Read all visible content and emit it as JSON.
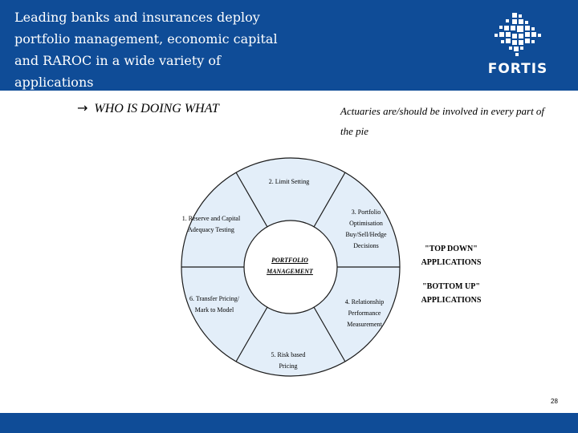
{
  "header": {
    "title": "Leading banks and insurances deploy portfolio management, economic capital and RAROC in a wide variety of applications",
    "logo_text": "FORTIS",
    "background_color": "#0f4c97"
  },
  "subtitle": {
    "arrow": "→",
    "text": "WHO IS DOING WHAT"
  },
  "note": "Actuaries are/should be involved in every part of the pie",
  "wheel": {
    "center": "PORTFOLIO MANAGEMENT",
    "segments": [
      "1. Reserve and Capital Adequacy Testing",
      "2. Limit Setting",
      "3. Portfolio Optimisation Buy/Sell/Hedge Decisions",
      "4. Relationship Performance Measurement",
      "5. Risk based Pricing",
      "6. Transfer Pricing/ Mark to Model"
    ]
  },
  "callouts": {
    "top_down": "\"TOP DOWN\" APPLICATIONS",
    "bottom_up": "\"BOTTOM UP\" APPLICATIONS"
  },
  "page_number": "28"
}
